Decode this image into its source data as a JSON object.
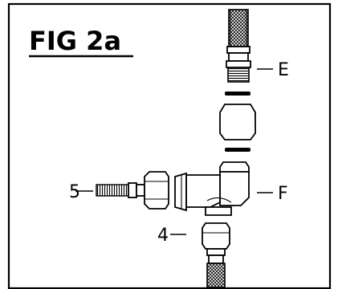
{
  "figure": {
    "title": "FIG 2a"
  },
  "callouts": {
    "e": "E",
    "f": "F",
    "four": "4",
    "five": "5"
  }
}
